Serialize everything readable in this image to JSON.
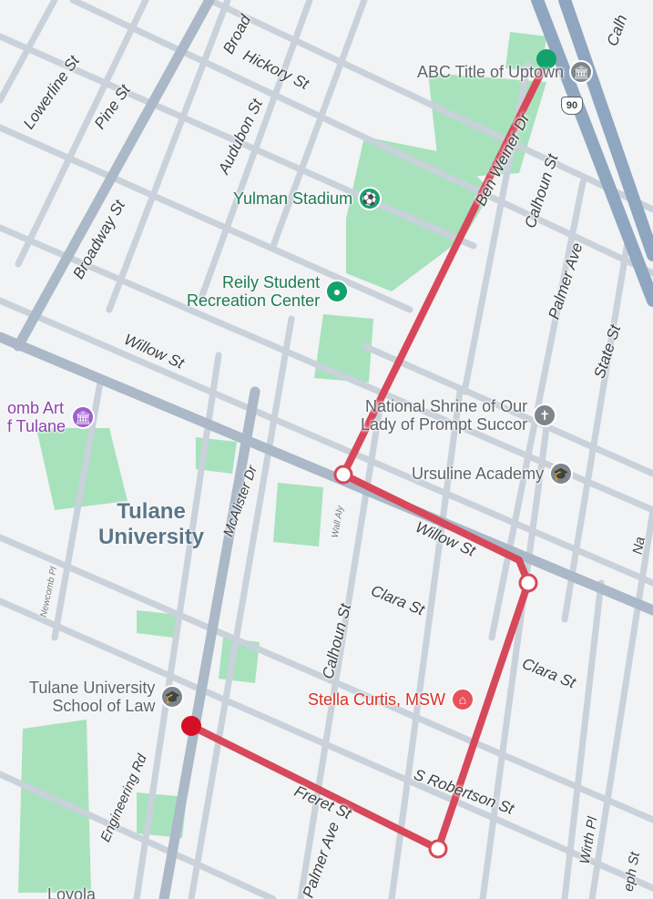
{
  "pois": {
    "abc_title": "ABC Title of Uptown",
    "yulman": "Yulman Stadium",
    "reily_line1": "Reily Student",
    "reily_line2": "Recreation Center",
    "newcomb_line1": "omb Art",
    "newcomb_line2": "f Tulane",
    "shrine_line1": "National Shrine of Our",
    "shrine_line2": "Lady of Prompt Succor",
    "ursuline": "Ursuline Academy",
    "tulane_law_line1": "Tulane University",
    "tulane_law_line2": "School of Law",
    "stella": "Stella Curtis, MSW",
    "loyola": "Loyola"
  },
  "area": {
    "line1": "Tulane",
    "line2": "University"
  },
  "streets": {
    "lowerline": "Lowerline St",
    "pine": "Pine St",
    "broadway1": "Broadway St",
    "broadway2": "Broad",
    "hickory": "Hickory St",
    "audubon": "Audubon St",
    "ben_weiner": "Ben Weiner Dr",
    "calhoun_top": "Calh",
    "calhoun_east": "Calhoun St",
    "palmer_east": "Palmer Ave",
    "state": "State St",
    "willow_west": "Willow St",
    "mcalister": "McAlister Dr",
    "wall_aly": "Wall Aly",
    "willow_east": "Willow St",
    "clara_west": "Clara St",
    "clara_east": "Clara St",
    "calhoun_south": "Calhoun St",
    "newcomb_pl": "Newcomb Pl",
    "engineering": "Engineering Rd",
    "freret": "Freret St",
    "s_robertson": "S Robertson St",
    "palmer_south": "Palmer Ave",
    "wirth": "Wirth Pl",
    "joseph": "eph St",
    "nashville": "Na"
  },
  "highway": "90",
  "colors": {
    "route": "#d6485a",
    "start": "#12a26c",
    "end": "#d50f25",
    "park": "#a7e2bd",
    "road": "#c9d1da",
    "major_road": "#aab8c8",
    "highway": "#8fa6c0"
  }
}
